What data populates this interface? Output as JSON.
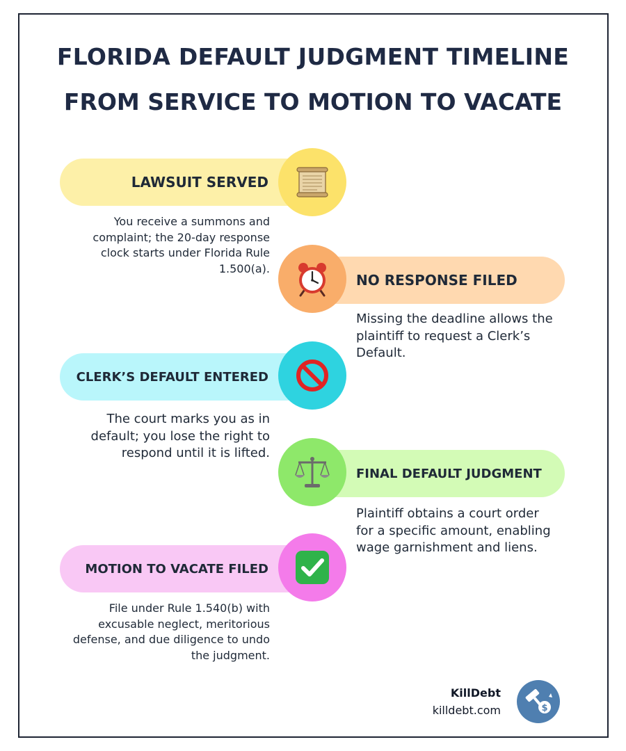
{
  "title": "FLORIDA DEFAULT JUDGMENT TIMELINE",
  "subtitle": "FROM SERVICE TO MOTION TO VACATE",
  "colors": {
    "frame": "#1e2433",
    "heading": "#1f2a44",
    "step1_pill": "#fdf0a8",
    "step1_circle": "#fce26a",
    "step2_pill": "#ffd9b0",
    "step2_circle": "#f9ad6a",
    "step3_pill": "#b9f6fb",
    "step3_circle": "#2ed3e0",
    "step4_pill": "#d3fbb6",
    "step4_circle": "#8ee86a",
    "step5_pill": "#f9c8f5",
    "step5_circle": "#f47bea",
    "brand_logo": "#4f7fb0"
  },
  "steps": [
    {
      "label": "LAWSUIT SERVED",
      "icon": "scroll-icon",
      "description": "You receive a summons and complaint; the 20-day response clock starts under Florida Rule 1.500(a)."
    },
    {
      "label": "NO RESPONSE FILED",
      "icon": "alarm-clock-icon",
      "description": "Missing the deadline allows the plaintiff to request a Clerk’s Default."
    },
    {
      "label": "CLERK’S DEFAULT ENTERED",
      "icon": "prohibited-icon",
      "description": "The court marks you as in default; you lose the right to respond until it is lifted."
    },
    {
      "label": "FINAL DEFAULT JUDGMENT",
      "icon": "balance-scale-icon",
      "description": "Plaintiff obtains a court order for a specific amount, enabling wage garnishment and liens."
    },
    {
      "label": "MOTION TO VACATE FILED",
      "icon": "check-mark-button-icon",
      "description": "File under Rule 1.540(b) with excusable neglect, meritorious defense, and due diligence to undo the judgment."
    }
  ],
  "brand": {
    "name": "KillDebt",
    "url": "killdebt.com",
    "logo_icon": "gavel-dollar-icon"
  }
}
